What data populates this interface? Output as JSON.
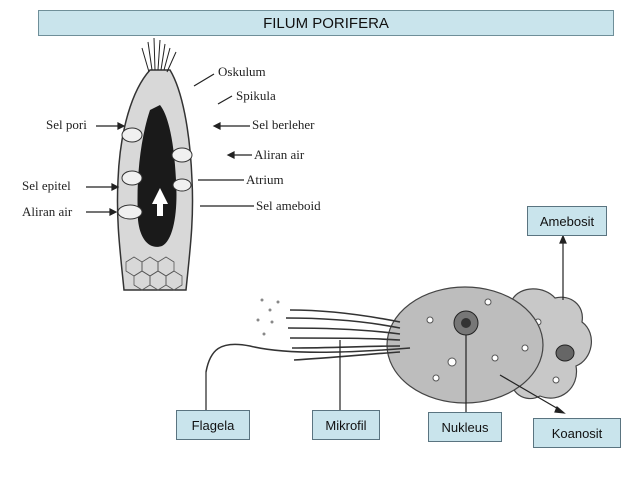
{
  "title": "FILUM PORIFERA",
  "sponge_labels": {
    "oskulum": "Oskulum",
    "spikula": "Spikula",
    "sel_pori": "Sel pori",
    "sel_berleher": "Sel berleher",
    "aliran_air_right": "Aliran air",
    "atrium": "Atrium",
    "sel_epitel": "Sel epitel",
    "sel_ameboid": "Sel ameboid",
    "aliran_air_left": "Aliran air"
  },
  "cell_labels": {
    "amebosit": "Amebosit",
    "flagela": "Flagela",
    "mikrofil": "Mikrofil",
    "nukleus": "Nukleus",
    "koanosit": "Koanosit"
  }
}
